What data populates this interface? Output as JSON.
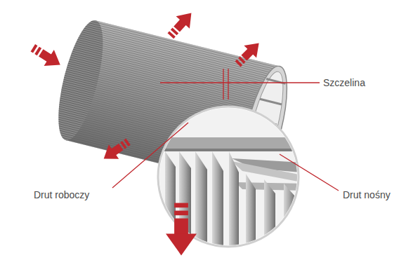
{
  "diagram": {
    "labels": [
      "Szczelina",
      "Drut roboczy",
      "Drut nośny"
    ]
  }
}
